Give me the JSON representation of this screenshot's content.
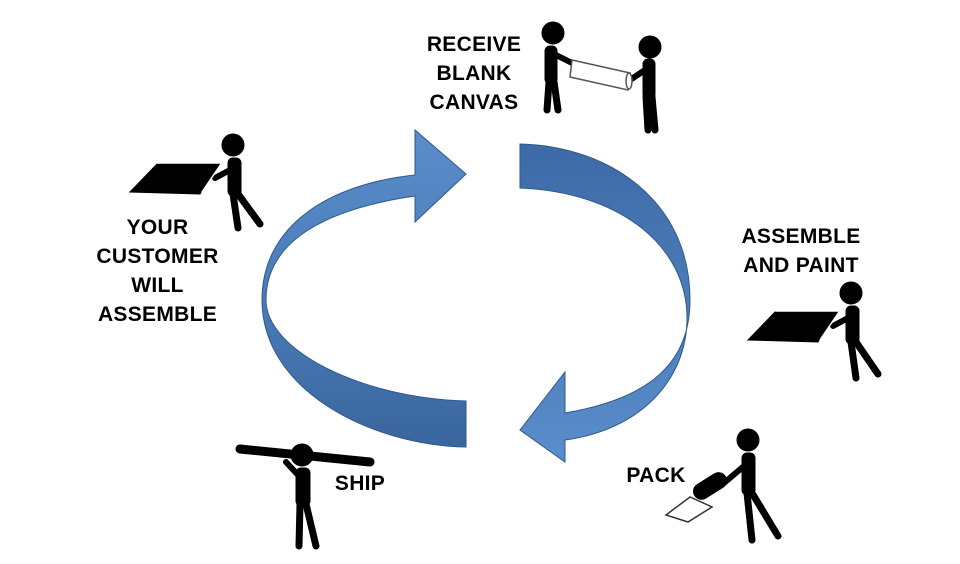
{
  "colors": {
    "arrow_fill": "#4a7bb7",
    "arrow_shade": "#3a659d",
    "arrow_edge": "#2e5a8c",
    "figure": "#000000"
  },
  "steps": {
    "receive": {
      "lines": [
        "RECEIVE",
        "BLANK",
        "CANVAS"
      ],
      "icon": "two-people-carrying-canvas-roll-icon"
    },
    "assemble_paint": {
      "lines": [
        "ASSEMBLE",
        "AND PAINT"
      ],
      "icon": "person-holding-stretched-canvas-icon"
    },
    "pack": {
      "lines": [
        "PACK"
      ],
      "icon": "person-rolling-canvas-icon"
    },
    "ship": {
      "lines": [
        "SHIP"
      ],
      "icon": "person-carrying-tube-icon"
    },
    "customer": {
      "lines": [
        "YOUR",
        "CUSTOMER",
        "WILL",
        "ASSEMBLE"
      ],
      "icon": "person-holding-stretched-canvas-icon"
    }
  },
  "cycle": {
    "icon": "circular-arrows-icon",
    "direction": "clockwise"
  }
}
